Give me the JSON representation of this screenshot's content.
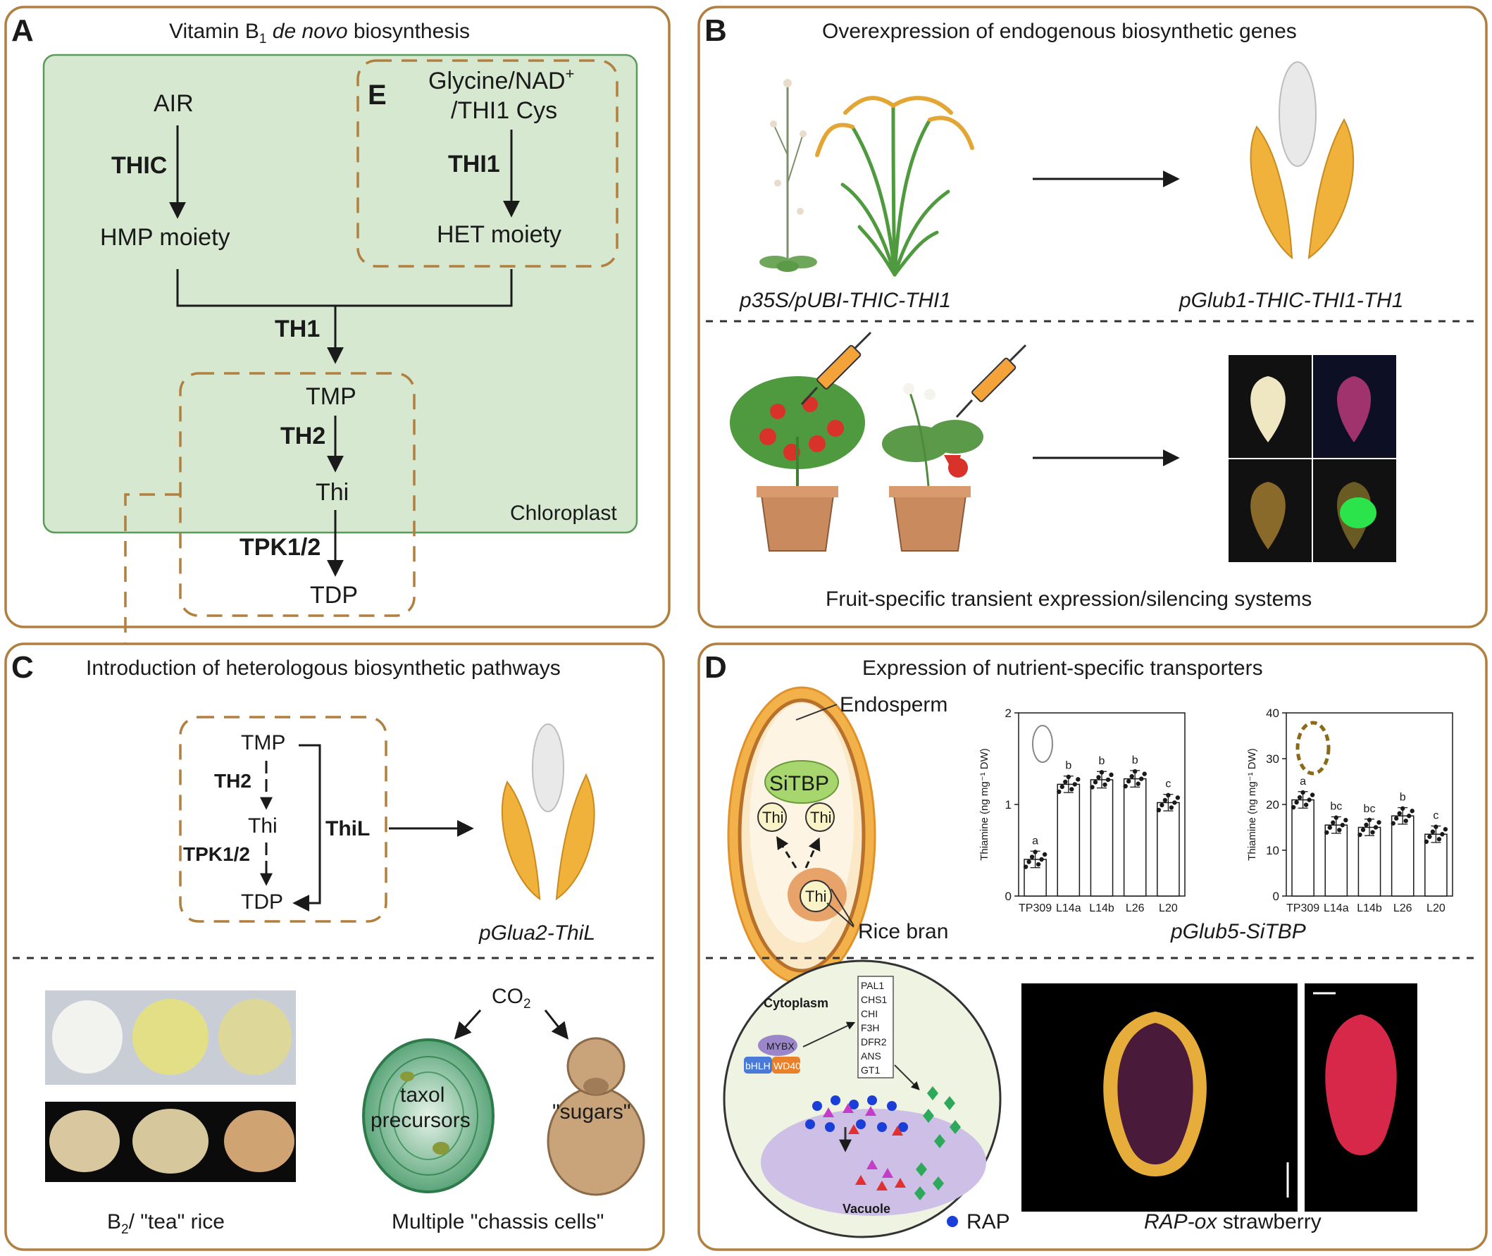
{
  "panel_a": {
    "letter": "A",
    "title_pre": "Vitamin B",
    "title_sub": "1",
    "title_italic": "de novo",
    "title_post": "biosynthesis",
    "sub_letter": "E",
    "air": "AIR",
    "thic": "THIC",
    "hmp": "HMP moiety",
    "glycine_l1": "Glycine/NAD",
    "glycine_sup": "+",
    "glycine_l2": "/THI1 Cys",
    "thi1": "THI1",
    "het": "HET moiety",
    "th1": "TH1",
    "tmp": "TMP",
    "th2": "TH2",
    "thi": "Thi",
    "tpk": "TPK1/2",
    "tdp": "TDP",
    "chloroplast": "Chloroplast"
  },
  "panel_b": {
    "letter": "B",
    "title": "Overexpression of endogenous biosynthetic genes",
    "left_label": "p35S/pUBI-THIC-THI1",
    "right_label": "pGlub1-THIC-THI1-TH1",
    "bottom_title": "Fruit-specific transient expression/silencing systems"
  },
  "panel_c": {
    "letter": "C",
    "title": "Introduction of heterologous biosynthetic pathways",
    "tmp": "TMP",
    "th2": "TH2",
    "thi": "Thi",
    "tpk": "TPK1/2",
    "tdp": "TDP",
    "thil": "ThiL",
    "construct": "pGlua2-ThiL",
    "co2_pre": "CO",
    "co2_sub": "2",
    "cell_label_1": "taxol",
    "cell_label_2": "precursors",
    "yeast_label": "\"sugars\"",
    "rice_label_pre": "B",
    "rice_label_sub": "2",
    "rice_label_post": "/ \"tea\" rice",
    "chassis_label": "Multiple \"chassis cells\""
  },
  "panel_d": {
    "letter": "D",
    "title": "Expression of nutrient-specific transporters",
    "endosperm": "Endosperm",
    "sitbp": "SiTBP",
    "thi": "Thi",
    "rice_bran": "Rice bran",
    "construct": "pGlub5-SiTBP",
    "cytoplasm": "Cytoplasm",
    "genes": [
      "PAL1",
      "CHS1",
      "CHI",
      "F3H",
      "DFR2",
      "ANS",
      "GT1"
    ],
    "mybx": "MYBX",
    "bhlh": "bHLH",
    "wd40": "WD40",
    "vacuole": "Vacuole",
    "rap": "RAP",
    "strawberry_italic": "RAP-ox",
    "strawberry_post": "strawberry"
  },
  "colors": {
    "panel_border": "#b17f3f",
    "chloroplast_fill": "#d6e8d0",
    "chloroplast_border": "#5a9a5a",
    "bar_marker": "#1a1a1a"
  },
  "chart_data": [
    {
      "type": "bar",
      "title": "",
      "xlabel": "",
      "ylabel": "Thiamine (ng mg⁻¹ DW)",
      "categories": [
        "TP309",
        "L14a",
        "L14b",
        "L26",
        "L20"
      ],
      "values": [
        0.4,
        1.22,
        1.27,
        1.28,
        1.02
      ],
      "significance": [
        "a",
        "b",
        "b",
        "b",
        "c"
      ],
      "ylim": [
        0,
        2
      ],
      "yticks": [
        0,
        1,
        2
      ]
    },
    {
      "type": "bar",
      "title": "",
      "xlabel": "",
      "ylabel": "Thiamine (ng mg⁻¹ DW)",
      "categories": [
        "TP309",
        "L14a",
        "L14b",
        "L26",
        "L20"
      ],
      "values": [
        21,
        15.5,
        15,
        17.5,
        13.5
      ],
      "significance": [
        "a",
        "bc",
        "bc",
        "b",
        "c"
      ],
      "ylim": [
        0,
        40
      ],
      "yticks": [
        0,
        10,
        20,
        30,
        40
      ]
    }
  ]
}
